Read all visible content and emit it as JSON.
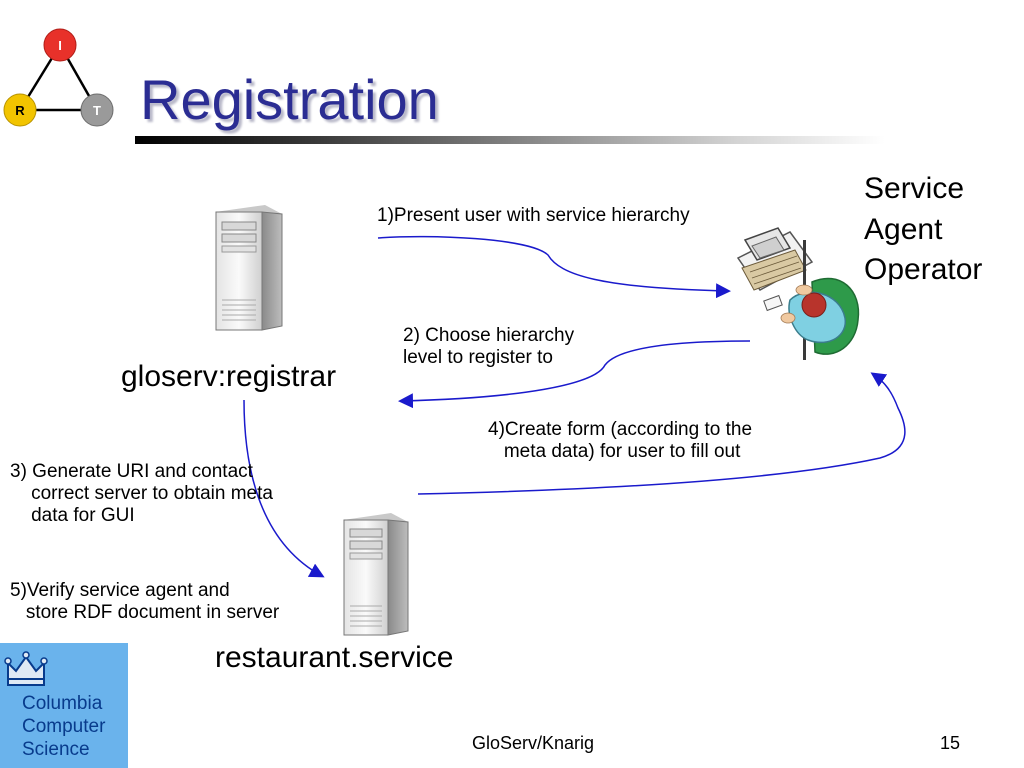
{
  "slide": {
    "title": "Registration",
    "footer_center": "GloServ/Knarig",
    "page_number": "15"
  },
  "logo": {
    "node_top": "I",
    "node_left": "R",
    "node_right": "T"
  },
  "diagram": {
    "nodes": {
      "registrar": "gloserv:registrar",
      "service": "restaurant.service",
      "operator": "Service\nAgent\nOperator"
    },
    "steps": {
      "step1": "1)Present user with service hierarchy",
      "step2": "2) Choose hierarchy\nlevel to register to",
      "step3": "3) Generate URI and contact\n    correct server to obtain meta\n    data for GUI",
      "step4": "4)Create form (according to the\n   meta data) for user to fill out",
      "step5": "5)Verify service agent and\n   store RDF document in server"
    }
  },
  "badge": {
    "text": "Columbia\nComputer\nScience"
  },
  "colors": {
    "title": "#2b2d93",
    "arrow": "#1a1acc",
    "logo_red": "#e8312a",
    "logo_yellow": "#f2c400",
    "logo_gray": "#9a9a9a",
    "badge_bg": "#6ab3ec",
    "badge_text": "#083b8c"
  }
}
